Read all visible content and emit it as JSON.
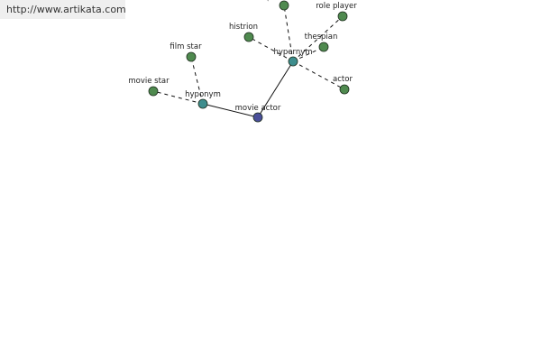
{
  "source_url": "http://www.artikata.com",
  "colors": {
    "root": "#4a4f9a",
    "hub": "#3d8d8d",
    "word": "#4f8a4f",
    "node_stroke": "#1f2f1f",
    "edge": "#111111"
  },
  "graph": {
    "nodes": [
      {
        "id": "movie-actor",
        "label": "movie actor",
        "kind": "root"
      },
      {
        "id": "hyponym",
        "label": "hyponym",
        "kind": "hub"
      },
      {
        "id": "hypernym",
        "label": "hypernym",
        "kind": "hub"
      },
      {
        "id": "film-star",
        "label": "film star",
        "kind": "word"
      },
      {
        "id": "movie-star",
        "label": "movie star",
        "kind": "word"
      },
      {
        "id": "histrion",
        "label": "histrion",
        "kind": "word"
      },
      {
        "id": "thespian",
        "label": "thespian",
        "kind": "word"
      },
      {
        "id": "role-player",
        "label": "role player",
        "kind": "word"
      },
      {
        "id": "actor",
        "label": "actor",
        "kind": "word"
      },
      {
        "id": "top-node",
        "label": "",
        "kind": "word"
      },
      {
        "id": "top-stub",
        "label": "",
        "kind": "stub"
      }
    ],
    "edges": [
      {
        "from": "movie-actor",
        "to": "hyponym",
        "style": "solid"
      },
      {
        "from": "movie-actor",
        "to": "hypernym",
        "style": "solid"
      },
      {
        "from": "hyponym",
        "to": "film-star",
        "style": "dashed"
      },
      {
        "from": "hyponym",
        "to": "movie-star",
        "style": "dashed"
      },
      {
        "from": "hypernym",
        "to": "histrion",
        "style": "dashed"
      },
      {
        "from": "hypernym",
        "to": "thespian",
        "style": "dashed"
      },
      {
        "from": "hypernym",
        "to": "role-player",
        "style": "dashed"
      },
      {
        "from": "hypernym",
        "to": "actor",
        "style": "dashed"
      },
      {
        "from": "hypernym",
        "to": "top-node",
        "style": "dashed"
      },
      {
        "from": "top-stub",
        "to": "top-stub-end",
        "style": "dashed"
      }
    ]
  }
}
